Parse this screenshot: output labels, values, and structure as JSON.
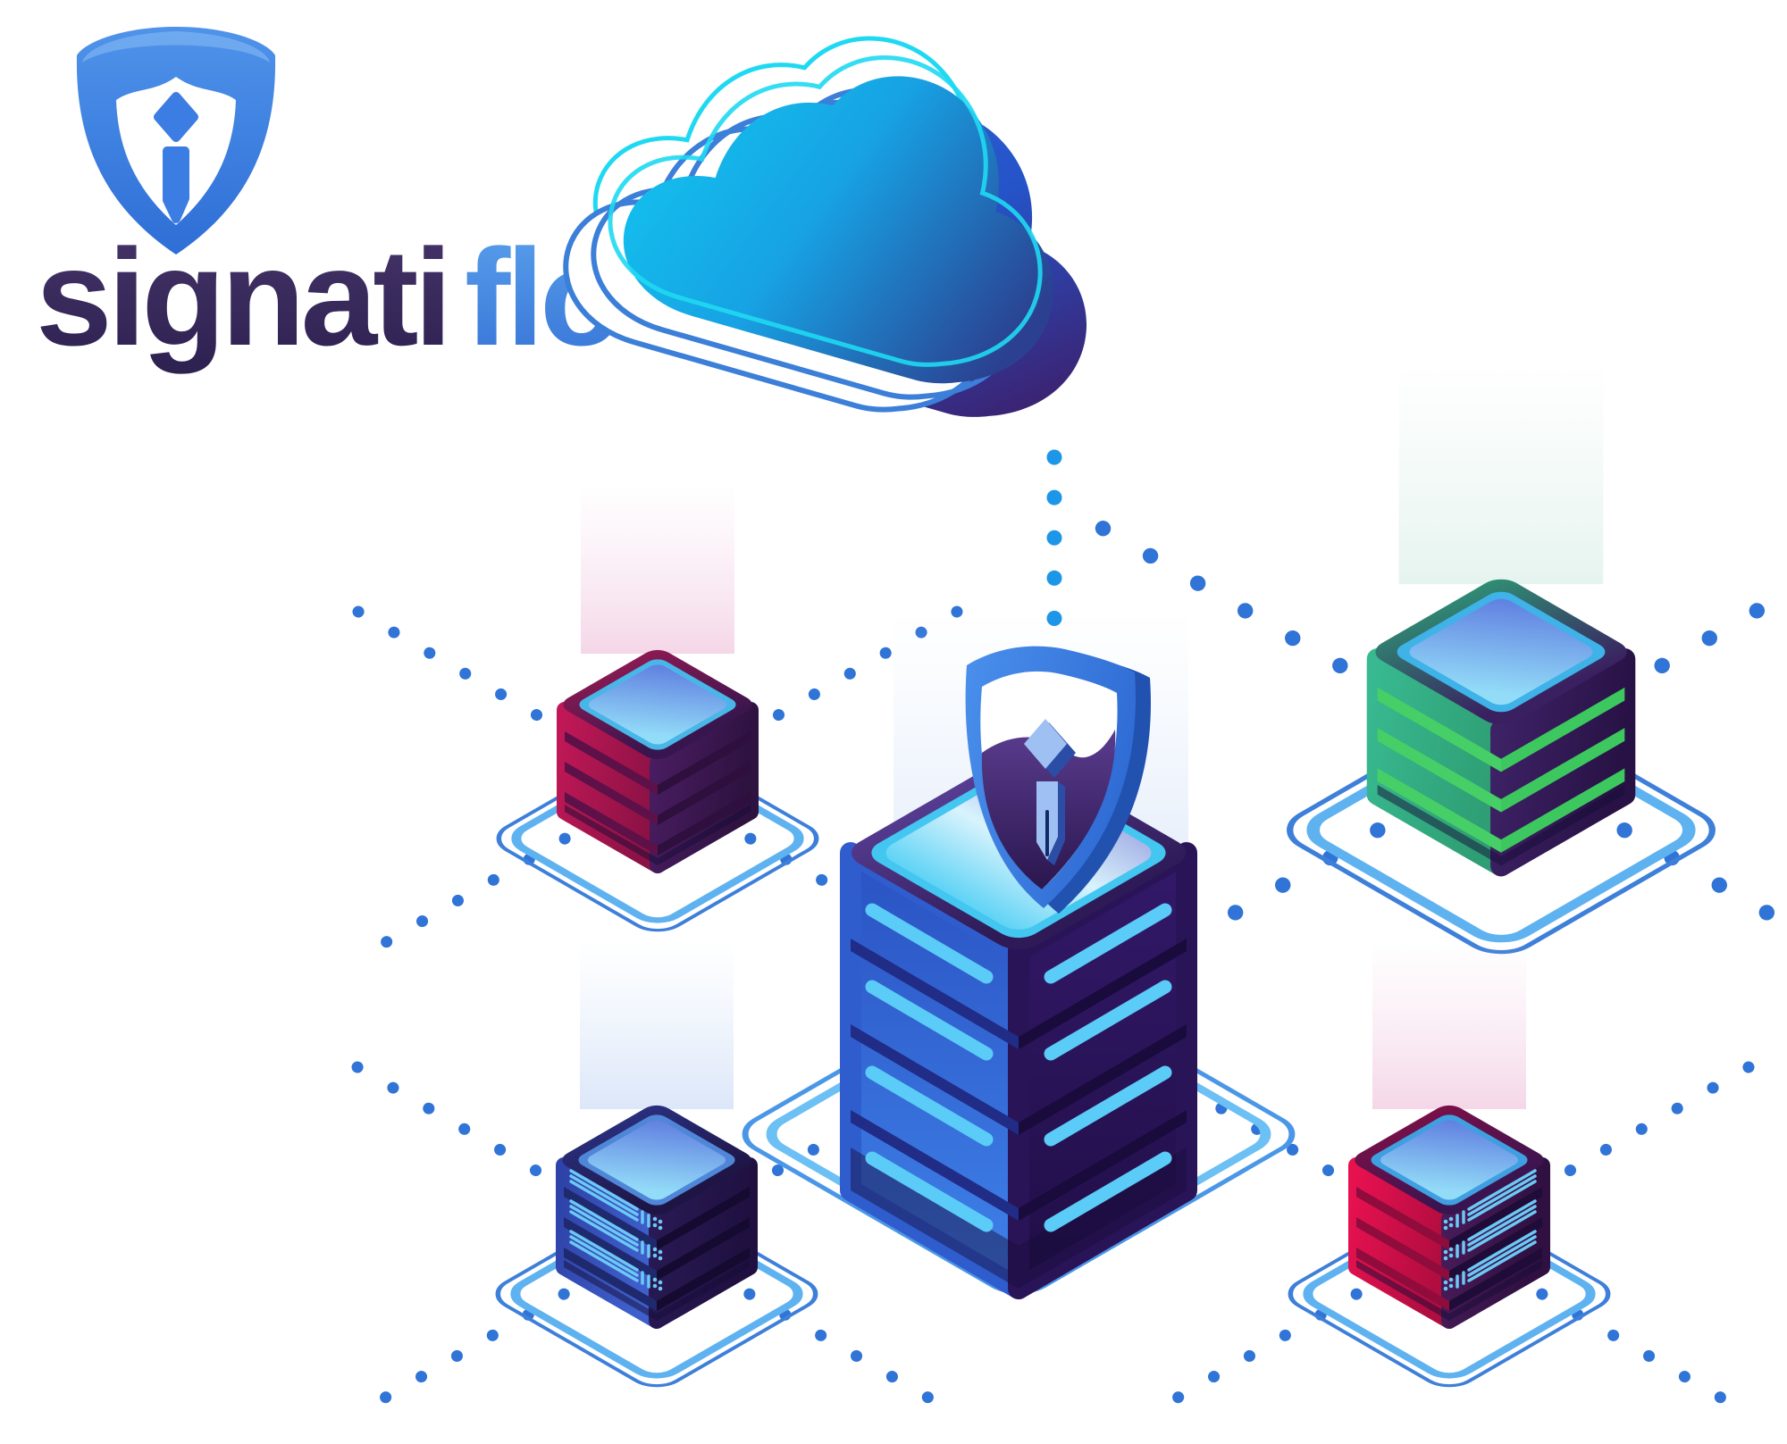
{
  "brand": {
    "name_primary": "signati",
    "name_secondary": "flow",
    "wordmark_primary_color": "#3a2b5e",
    "wordmark_secondary_color": "#3f86e0",
    "logo_shield_color": "#3b7de2"
  },
  "illustration": {
    "description": "isometric cloud linked by dotted lines to a shielded central server hub and four satellite database stacks",
    "cloud": {
      "icon": "cloud-icon",
      "fill_start": "#12c3ee",
      "fill_end": "#2b4090",
      "extrusion_top": "#2268e8",
      "extrusion_bottom": "#3b2373",
      "outline_cyan": "#1fd9f2",
      "outline_blue": "#3b7fd8"
    },
    "connectors": {
      "satellite_dot_color": "#2f74d6",
      "cloud_link_dot_color": "#1e96e8"
    },
    "central_server": {
      "icon": "shield-server-icon",
      "layers": 4,
      "top_surface": "#5ed2f4",
      "face_left": "#2a52c2",
      "face_right": "#33196a",
      "slash_color": "#5bcbf7",
      "platform_outer": "#4a97e8",
      "platform_inner": "#6cc0f4",
      "shield_color": "#3f85e6"
    },
    "satellite_servers": [
      {
        "id": "server-top-left",
        "position": "top-left",
        "theme": "crimson",
        "layers": 3,
        "face_left": "#b01550",
        "face_right": "#471b5e"
      },
      {
        "id": "server-top-right",
        "position": "top-right",
        "theme": "green",
        "layers": 3,
        "face_left": "#33b28c",
        "face_right": "#3a2164",
        "band_color": "#46cf66"
      },
      {
        "id": "server-bottom-left",
        "position": "bottom-left",
        "theme": "indigo",
        "layers": 3,
        "face_left": "#2e42a8",
        "face_right": "#2a1a56",
        "vent_color": "#6cc8f5"
      },
      {
        "id": "server-bottom-right",
        "position": "bottom-right",
        "theme": "red",
        "layers": 3,
        "face_left": "#e01049",
        "face_right": "#4a1c5a",
        "vent_color": "#6cc8f5"
      }
    ]
  }
}
